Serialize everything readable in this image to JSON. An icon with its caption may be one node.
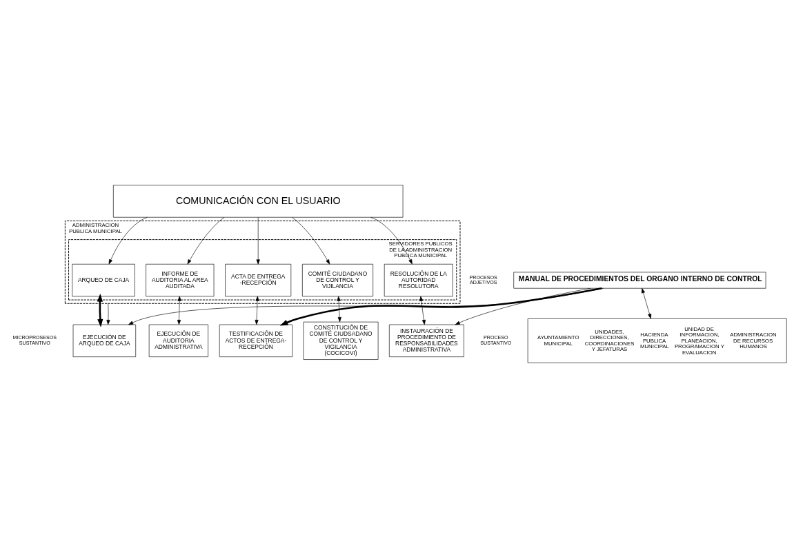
{
  "diagram": {
    "nodes": [
      {
        "text": [
          "COMUNICACIÓN CON EL USUARIO"
        ]
      },
      {
        "text": [
          "ADMINISTRACION PUBLICA MUNICIPAL"
        ]
      },
      {
        "text": [
          "SERVIDORES PUBLICOS DE LA ADMINISTRACION PUBLICA MUNICIPAL"
        ],
        "in": 1
      },
      {
        "text": [
          "ARQUEO DE CAJA"
        ],
        "in": 2
      },
      {
        "text": [
          "INFORME DE AUDITORIA AL AREA AUDITADA"
        ],
        "in": 2
      },
      {
        "text": [
          "ACTA DE ENTREGA -RECEPCIÓN"
        ],
        "in": 2
      },
      {
        "text": [
          "COMITÉ CIUDADANO DE CONTROL Y VIJILANCIA"
        ],
        "in": 2
      },
      {
        "text": [
          "RESOLUCIÓN DE LA AUTORIDAD RESOLUTORA"
        ],
        "in": 2
      },
      {
        "text": [
          "EJECUCIÓN DE ARQUEO DE CAJA"
        ]
      },
      {
        "text": [
          "EJECUCIÓN DE AUDITORIA ADMINISTRATIVA"
        ]
      },
      {
        "text": [
          "TESTIFICACIÓN DE ACTOS DE ENTREGA-RECEPCIÓN"
        ]
      },
      {
        "text": [
          "CONSTITUCIÓN DE COMITÉ CIUDSADANO DE CONTROL Y VIGILANCIA (COCICOVI)"
        ]
      },
      {
        "text": [
          "INSTAURACIÓN DE PROCEDIMIENTO DE RESPONSABILIDADES ADMINISTRATIVA"
        ]
      },
      {
        "text": [
          "MANUAL DE PROCEDIMIENTOS DEL ORGANO INTERNO DE CONTROL"
        ]
      },
      {
        "text": [
          "AYUNTAMIENTO MUNICIPAL",
          "UNIDADES, DIRECCIONES, COORDINACIONES Y JEFATURAS",
          "HACIENDA PUBLICA MUNICIPAL",
          "UNIDAD DE INFORMACION, PLANEACION, PROGRAMACION Y EVALUACION",
          "ADMINISTRACION DE RECURSOS HUMANOS"
        ]
      }
    ],
    "edges": [
      {
        "from": 0,
        "to": 3,
        "arrow": "to"
      },
      {
        "from": 0,
        "to": 4,
        "arrow": "to"
      },
      {
        "from": 0,
        "to": 5,
        "arrow": "to"
      },
      {
        "from": 0,
        "to": 6,
        "arrow": "to"
      },
      {
        "from": 0,
        "to": 7,
        "arrow": "to"
      },
      {
        "from": 3,
        "to": 8,
        "arrow": "both",
        "style": "thick"
      },
      {
        "from": 4,
        "to": 9,
        "arrow": "both"
      },
      {
        "from": 5,
        "to": 10,
        "arrow": "both"
      },
      {
        "from": 6,
        "to": 11,
        "arrow": "both"
      },
      {
        "from": 7,
        "to": 12,
        "arrow": "both"
      },
      {
        "from": 1,
        "to": 8,
        "arrow": "to"
      },
      {
        "from": 13,
        "to": 10,
        "arrow": "to",
        "style": "thick"
      },
      {
        "from": 13,
        "to": 8,
        "arrow": "to"
      },
      {
        "from": 13,
        "to": 12,
        "arrow": "to"
      },
      {
        "from": 13,
        "to": 14,
        "arrow": "both"
      }
    ],
    "labels": [
      "MICROPROSESOS SUSTANTIVO",
      "PROCESOS ADJETIVOS",
      "PROCESO SUSTANTIVO"
    ]
  }
}
